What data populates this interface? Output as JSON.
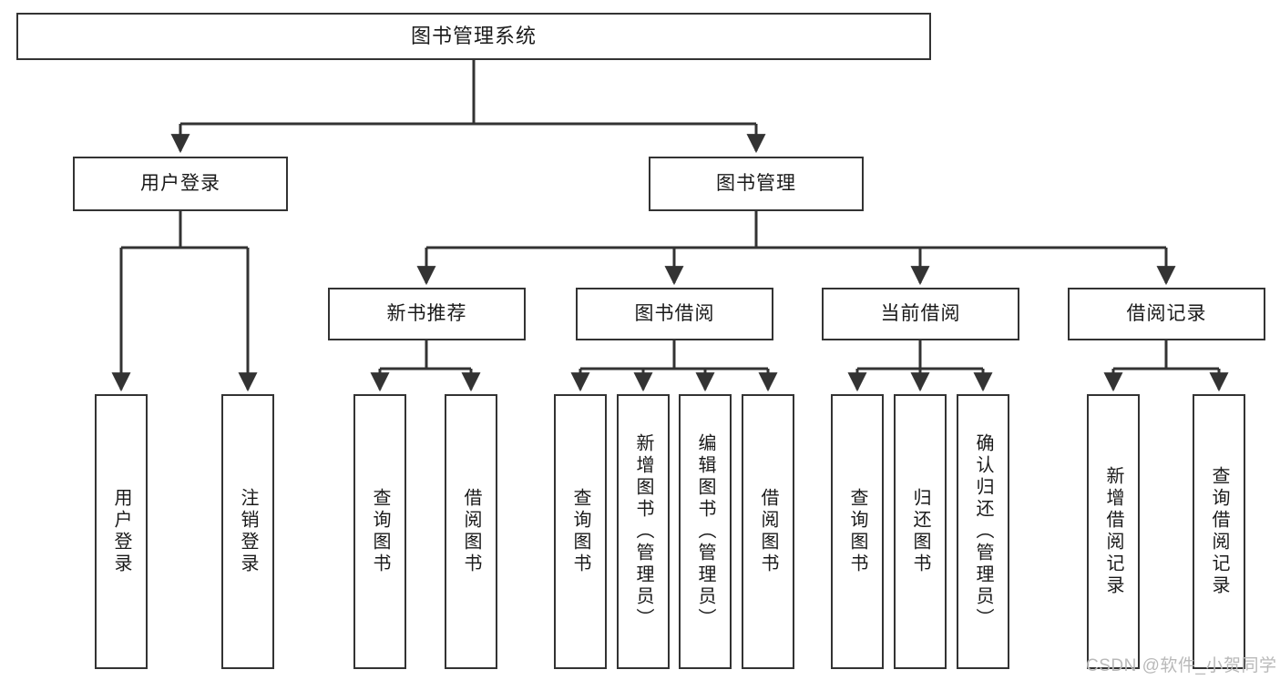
{
  "diagram": {
    "type": "tree",
    "title": "图书管理系统",
    "theme": {
      "background": "#ffffff",
      "node_border": "#333333",
      "node_fill": "#ffffff",
      "text": "#1a1a1a",
      "edge": "#333333",
      "watermark": "#b9b9b9"
    },
    "root": {
      "id": "root",
      "label": "图书管理系统",
      "orientation": "horizontal"
    },
    "level2": [
      {
        "id": "user-login",
        "label": "用户登录",
        "orientation": "horizontal"
      },
      {
        "id": "book-manage",
        "label": "图书管理",
        "orientation": "horizontal"
      }
    ],
    "level3": [
      {
        "id": "new-book-recommend",
        "label": "新书推荐",
        "orientation": "horizontal",
        "parent": "book-manage"
      },
      {
        "id": "book-borrow",
        "label": "图书借阅",
        "orientation": "horizontal",
        "parent": "book-manage"
      },
      {
        "id": "current-borrow",
        "label": "当前借阅",
        "orientation": "horizontal",
        "parent": "book-manage"
      },
      {
        "id": "borrow-record",
        "label": "借阅记录",
        "orientation": "horizontal",
        "parent": "book-manage"
      }
    ],
    "leaves": [
      {
        "id": "leaf-user-login",
        "label": "用户登录",
        "parent": "user-login",
        "orientation": "vertical"
      },
      {
        "id": "leaf-logout",
        "label": "注销登录",
        "parent": "user-login",
        "orientation": "vertical"
      },
      {
        "id": "leaf-query-book-1",
        "label": "查询图书",
        "parent": "new-book-recommend",
        "orientation": "vertical"
      },
      {
        "id": "leaf-borrow-book-1",
        "label": "借阅图书",
        "parent": "new-book-recommend",
        "orientation": "vertical"
      },
      {
        "id": "leaf-query-book-2",
        "label": "查询图书",
        "parent": "book-borrow",
        "orientation": "vertical"
      },
      {
        "id": "leaf-add-book",
        "label": "新增图书（管理员）",
        "parent": "book-borrow",
        "orientation": "vertical"
      },
      {
        "id": "leaf-edit-book",
        "label": "编辑图书（管理员）",
        "parent": "book-borrow",
        "orientation": "vertical"
      },
      {
        "id": "leaf-borrow-book-2",
        "label": "借阅图书",
        "parent": "book-borrow",
        "orientation": "vertical"
      },
      {
        "id": "leaf-query-book-3",
        "label": "查询图书",
        "parent": "current-borrow",
        "orientation": "vertical"
      },
      {
        "id": "leaf-return-book",
        "label": "归还图书",
        "parent": "current-borrow",
        "orientation": "vertical"
      },
      {
        "id": "leaf-confirm-return",
        "label": "确认归还（管理员）",
        "parent": "current-borrow",
        "orientation": "vertical"
      },
      {
        "id": "leaf-add-record",
        "label": "新增借阅记录",
        "parent": "borrow-record",
        "orientation": "vertical"
      },
      {
        "id": "leaf-query-record",
        "label": "查询借阅记录",
        "parent": "borrow-record",
        "orientation": "vertical"
      }
    ]
  },
  "watermark": {
    "text": "CSDN @软件_小贺同学"
  }
}
